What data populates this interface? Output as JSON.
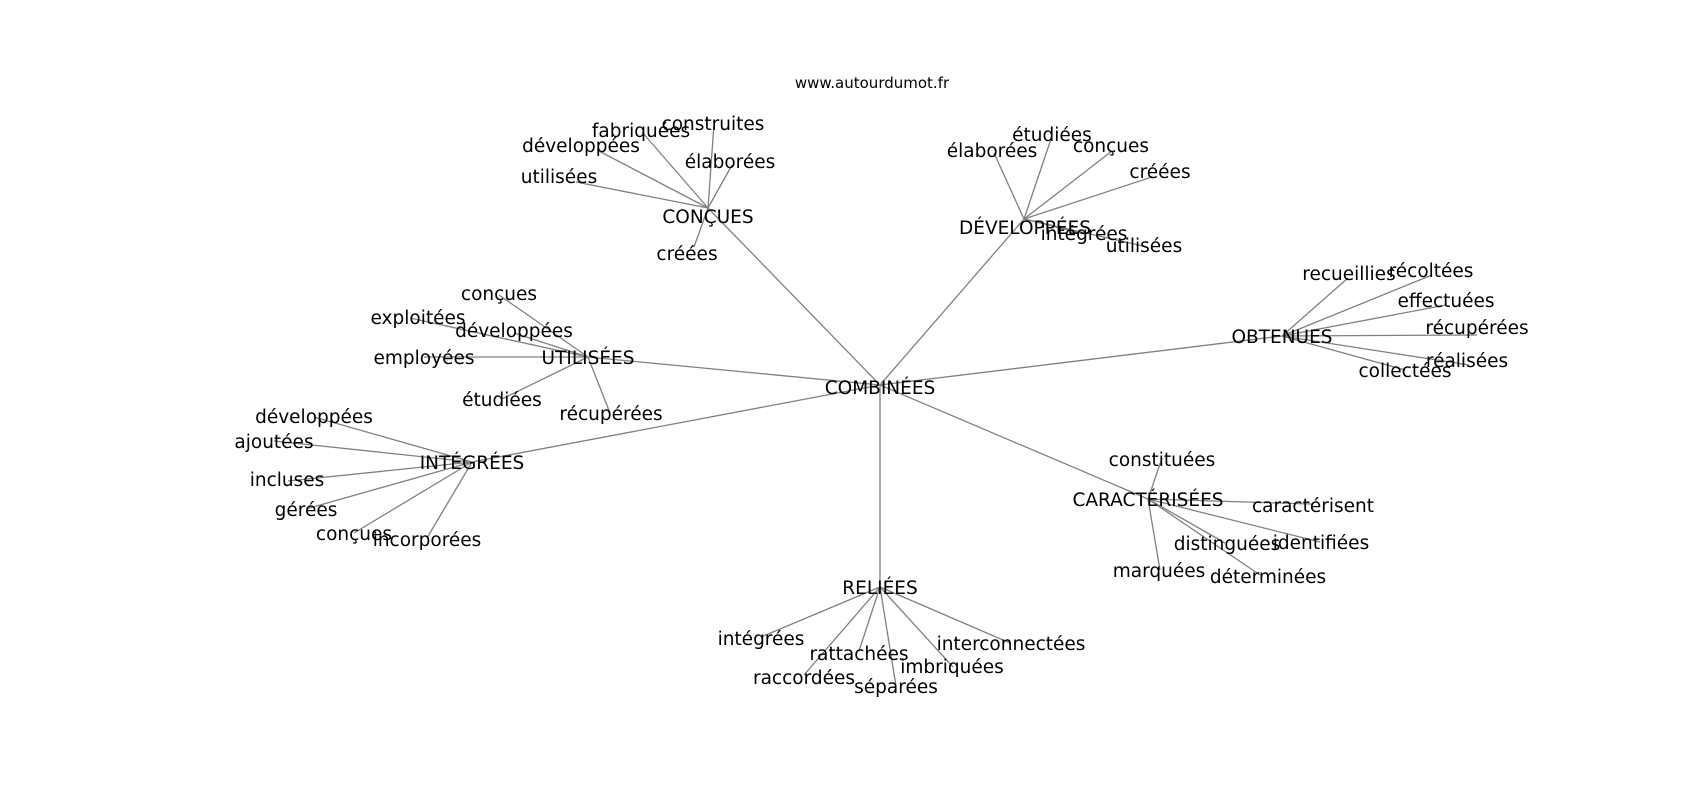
{
  "source": "www.autourdumot.fr",
  "root": "COMBINÉES",
  "groups": [
    {
      "hub": "CONÇUES",
      "leaves": [
        "fabriquées",
        "construites",
        "développées",
        "élaborées",
        "utilisées",
        "créées"
      ]
    },
    {
      "hub": "DÉVELOPPÉES",
      "leaves": [
        "étudiées",
        "élaborées",
        "conçues",
        "créées",
        "intégrées",
        "utilisées"
      ]
    },
    {
      "hub": "OBTENUES",
      "leaves": [
        "recueillies",
        "récoltées",
        "effectuées",
        "récupérées",
        "réalisées",
        "collectées"
      ]
    },
    {
      "hub": "UTILISÉES",
      "leaves": [
        "conçues",
        "exploitées",
        "développées",
        "employées",
        "étudiées",
        "récupérées"
      ]
    },
    {
      "hub": "INTÉGRÉES",
      "leaves": [
        "développées",
        "ajoutées",
        "incluses",
        "gérées",
        "conçues",
        "incorporées"
      ]
    },
    {
      "hub": "CARACTÉRISÉES",
      "leaves": [
        "constituées",
        "caractérisent",
        "distinguées",
        "identifiées",
        "marquées",
        "déterminées"
      ]
    },
    {
      "hub": "RELIÉES",
      "leaves": [
        "intégrées",
        "rattachées",
        "interconnectées",
        "imbriquées",
        "raccordées",
        "séparées"
      ]
    }
  ]
}
